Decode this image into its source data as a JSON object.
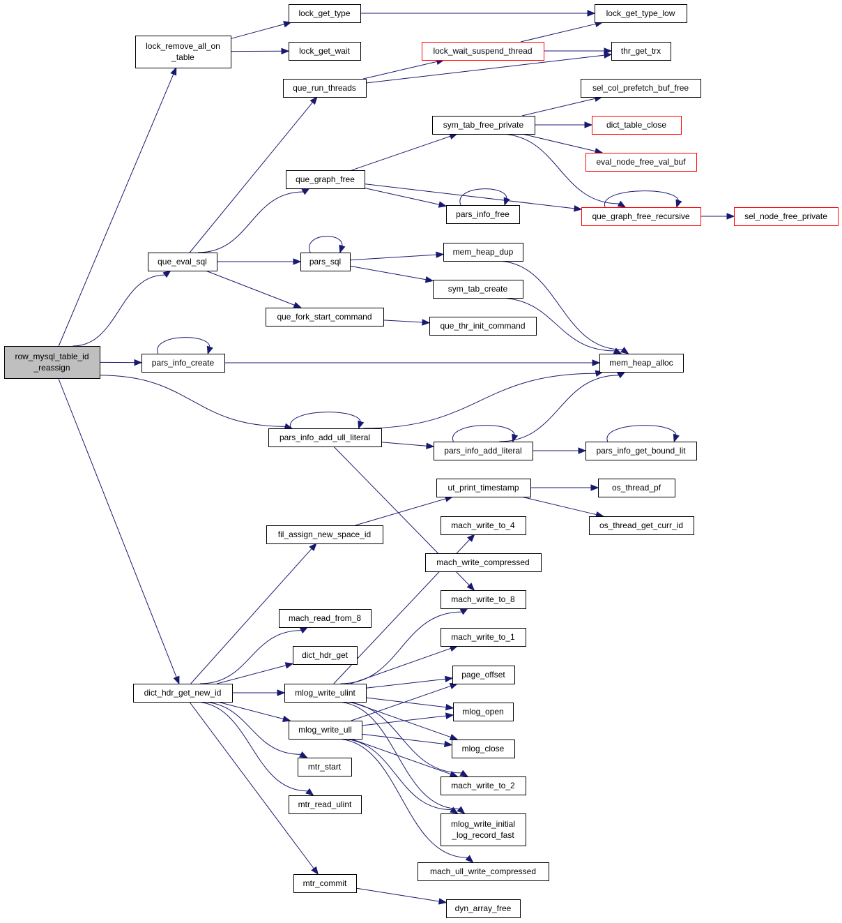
{
  "nodes": [
    {
      "id": "row_mysql",
      "lines": [
        "row_mysql_table_id",
        "_reassign"
      ],
      "kind": "root"
    },
    {
      "id": "lock_remove",
      "lines": [
        "lock_remove_all_on",
        "_table"
      ]
    },
    {
      "id": "lock_get_type",
      "lines": [
        "lock_get_type"
      ]
    },
    {
      "id": "lock_get_wait",
      "lines": [
        "lock_get_wait"
      ]
    },
    {
      "id": "lock_get_type_low",
      "lines": [
        "lock_get_type_low"
      ]
    },
    {
      "id": "lock_wait_suspend",
      "lines": [
        "lock_wait_suspend_thread"
      ],
      "kind": "trunc"
    },
    {
      "id": "thr_get_trx",
      "lines": [
        "thr_get_trx"
      ]
    },
    {
      "id": "que_run_threads",
      "lines": [
        "que_run_threads"
      ]
    },
    {
      "id": "sel_col_prefetch",
      "lines": [
        "sel_col_prefetch_buf_free"
      ]
    },
    {
      "id": "sym_tab_free",
      "lines": [
        "sym_tab_free_private"
      ]
    },
    {
      "id": "dict_table_close",
      "lines": [
        "dict_table_close"
      ],
      "kind": "trunc"
    },
    {
      "id": "eval_node_free",
      "lines": [
        "eval_node_free_val_buf"
      ],
      "kind": "trunc"
    },
    {
      "id": "que_graph_free",
      "lines": [
        "que_graph_free"
      ]
    },
    {
      "id": "pars_info_free",
      "lines": [
        "pars_info_free"
      ]
    },
    {
      "id": "que_graph_free_rec",
      "lines": [
        "que_graph_free_recursive"
      ],
      "kind": "trunc"
    },
    {
      "id": "sel_node_free",
      "lines": [
        "sel_node_free_private"
      ],
      "kind": "trunc"
    },
    {
      "id": "que_eval_sql",
      "lines": [
        "que_eval_sql"
      ]
    },
    {
      "id": "pars_sql",
      "lines": [
        "pars_sql"
      ]
    },
    {
      "id": "mem_heap_dup",
      "lines": [
        "mem_heap_dup"
      ]
    },
    {
      "id": "sym_tab_create",
      "lines": [
        "sym_tab_create"
      ]
    },
    {
      "id": "que_fork_start",
      "lines": [
        "que_fork_start_command"
      ]
    },
    {
      "id": "que_thr_init",
      "lines": [
        "que_thr_init_command"
      ]
    },
    {
      "id": "pars_info_create",
      "lines": [
        "pars_info_create"
      ]
    },
    {
      "id": "mem_heap_alloc",
      "lines": [
        "mem_heap_alloc"
      ]
    },
    {
      "id": "pars_info_add_ull",
      "lines": [
        "pars_info_add_ull_literal"
      ]
    },
    {
      "id": "pars_info_add_lit",
      "lines": [
        "pars_info_add_literal"
      ]
    },
    {
      "id": "pars_info_get_bound",
      "lines": [
        "pars_info_get_bound_lit"
      ]
    },
    {
      "id": "ut_print_ts",
      "lines": [
        "ut_print_timestamp"
      ]
    },
    {
      "id": "os_thread_pf",
      "lines": [
        "os_thread_pf"
      ]
    },
    {
      "id": "os_thread_get_curr",
      "lines": [
        "os_thread_get_curr_id"
      ]
    },
    {
      "id": "fil_assign",
      "lines": [
        "fil_assign_new_space_id"
      ]
    },
    {
      "id": "mach_write_to_4",
      "lines": [
        "mach_write_to_4"
      ]
    },
    {
      "id": "mach_write_comp",
      "lines": [
        "mach_write_compressed"
      ]
    },
    {
      "id": "mach_write_to_8",
      "lines": [
        "mach_write_to_8"
      ]
    },
    {
      "id": "mach_read_from_8",
      "lines": [
        "mach_read_from_8"
      ]
    },
    {
      "id": "mach_write_to_1",
      "lines": [
        "mach_write_to_1"
      ]
    },
    {
      "id": "dict_hdr_get",
      "lines": [
        "dict_hdr_get"
      ]
    },
    {
      "id": "page_offset",
      "lines": [
        "page_offset"
      ]
    },
    {
      "id": "dict_hdr_new_id",
      "lines": [
        "dict_hdr_get_new_id"
      ]
    },
    {
      "id": "mlog_write_ulint",
      "lines": [
        "mlog_write_ulint"
      ]
    },
    {
      "id": "mlog_open",
      "lines": [
        "mlog_open"
      ]
    },
    {
      "id": "mlog_write_ull",
      "lines": [
        "mlog_write_ull"
      ]
    },
    {
      "id": "mlog_close",
      "lines": [
        "mlog_close"
      ]
    },
    {
      "id": "mtr_start",
      "lines": [
        "mtr_start"
      ]
    },
    {
      "id": "mach_write_to_2",
      "lines": [
        "mach_write_to_2"
      ]
    },
    {
      "id": "mtr_read_ulint",
      "lines": [
        "mtr_read_ulint"
      ]
    },
    {
      "id": "mlog_write_initial",
      "lines": [
        "mlog_write_initial",
        "_log_record_fast"
      ]
    },
    {
      "id": "mach_ull_write",
      "lines": [
        "mach_ull_write_compressed"
      ]
    },
    {
      "id": "mtr_commit",
      "lines": [
        "mtr_commit"
      ]
    },
    {
      "id": "dyn_array_free",
      "lines": [
        "dyn_array_free"
      ]
    }
  ],
  "edges": [
    [
      "row_mysql",
      "lock_remove"
    ],
    [
      "row_mysql",
      "que_eval_sql"
    ],
    [
      "row_mysql",
      "pars_info_create"
    ],
    [
      "row_mysql",
      "pars_info_add_ull"
    ],
    [
      "row_mysql",
      "dict_hdr_new_id"
    ],
    [
      "lock_remove",
      "lock_get_type"
    ],
    [
      "lock_remove",
      "lock_get_wait"
    ],
    [
      "lock_get_type",
      "lock_get_type_low"
    ],
    [
      "lock_wait_suspend",
      "lock_get_type_low"
    ],
    [
      "lock_wait_suspend",
      "thr_get_trx"
    ],
    [
      "que_run_threads",
      "lock_wait_suspend"
    ],
    [
      "que_run_threads",
      "thr_get_trx"
    ],
    [
      "que_eval_sql",
      "que_run_threads"
    ],
    [
      "que_eval_sql",
      "que_graph_free"
    ],
    [
      "que_eval_sql",
      "pars_sql"
    ],
    [
      "que_eval_sql",
      "que_fork_start"
    ],
    [
      "que_graph_free",
      "sym_tab_free"
    ],
    [
      "que_graph_free",
      "pars_info_free"
    ],
    [
      "que_graph_free",
      "que_graph_free_rec"
    ],
    [
      "sym_tab_free",
      "sel_col_prefetch"
    ],
    [
      "sym_tab_free",
      "dict_table_close"
    ],
    [
      "sym_tab_free",
      "eval_node_free"
    ],
    [
      "sym_tab_free",
      "que_graph_free_rec"
    ],
    [
      "pars_info_free",
      "pars_info_free"
    ],
    [
      "que_graph_free_rec",
      "que_graph_free_rec"
    ],
    [
      "que_graph_free_rec",
      "sel_node_free"
    ],
    [
      "pars_sql",
      "pars_sql"
    ],
    [
      "pars_sql",
      "mem_heap_dup"
    ],
    [
      "pars_sql",
      "sym_tab_create"
    ],
    [
      "mem_heap_dup",
      "mem_heap_alloc"
    ],
    [
      "sym_tab_create",
      "mem_heap_alloc"
    ],
    [
      "que_fork_start",
      "que_thr_init"
    ],
    [
      "pars_info_create",
      "pars_info_create"
    ],
    [
      "pars_info_create",
      "mem_heap_alloc"
    ],
    [
      "pars_info_add_ull",
      "pars_info_add_ull"
    ],
    [
      "pars_info_add_ull",
      "mem_heap_alloc"
    ],
    [
      "pars_info_add_ull",
      "pars_info_add_lit"
    ],
    [
      "pars_info_add_ull",
      "mach_write_to_8"
    ],
    [
      "pars_info_add_lit",
      "pars_info_add_lit"
    ],
    [
      "pars_info_add_lit",
      "mem_heap_alloc"
    ],
    [
      "pars_info_add_lit",
      "pars_info_get_bound"
    ],
    [
      "pars_info_get_bound",
      "pars_info_get_bound"
    ],
    [
      "ut_print_ts",
      "os_thread_pf"
    ],
    [
      "ut_print_ts",
      "os_thread_get_curr"
    ],
    [
      "fil_assign",
      "ut_print_ts"
    ],
    [
      "dict_hdr_new_id",
      "fil_assign"
    ],
    [
      "dict_hdr_new_id",
      "mach_read_from_8"
    ],
    [
      "dict_hdr_new_id",
      "dict_hdr_get"
    ],
    [
      "dict_hdr_new_id",
      "mlog_write_ulint"
    ],
    [
      "dict_hdr_new_id",
      "mlog_write_ull"
    ],
    [
      "dict_hdr_new_id",
      "mtr_start"
    ],
    [
      "dict_hdr_new_id",
      "mtr_read_ulint"
    ],
    [
      "dict_hdr_new_id",
      "mtr_commit"
    ],
    [
      "mlog_write_ulint",
      "mach_write_to_4"
    ],
    [
      "mlog_write_ulint",
      "mach_write_to_8"
    ],
    [
      "mlog_write_ulint",
      "mach_write_to_1"
    ],
    [
      "mlog_write_ulint",
      "page_offset"
    ],
    [
      "mlog_write_ulint",
      "mlog_open"
    ],
    [
      "mlog_write_ulint",
      "mlog_close"
    ],
    [
      "mlog_write_ulint",
      "mach_write_to_2"
    ],
    [
      "mlog_write_ulint",
      "mlog_write_initial"
    ],
    [
      "mlog_write_ull",
      "page_offset"
    ],
    [
      "mlog_write_ull",
      "mlog_open"
    ],
    [
      "mlog_write_ull",
      "mlog_close"
    ],
    [
      "mlog_write_ull",
      "mach_write_to_2"
    ],
    [
      "mlog_write_ull",
      "mlog_write_initial"
    ],
    [
      "mlog_write_ull",
      "mach_ull_write"
    ],
    [
      "mtr_commit",
      "dyn_array_free"
    ]
  ]
}
